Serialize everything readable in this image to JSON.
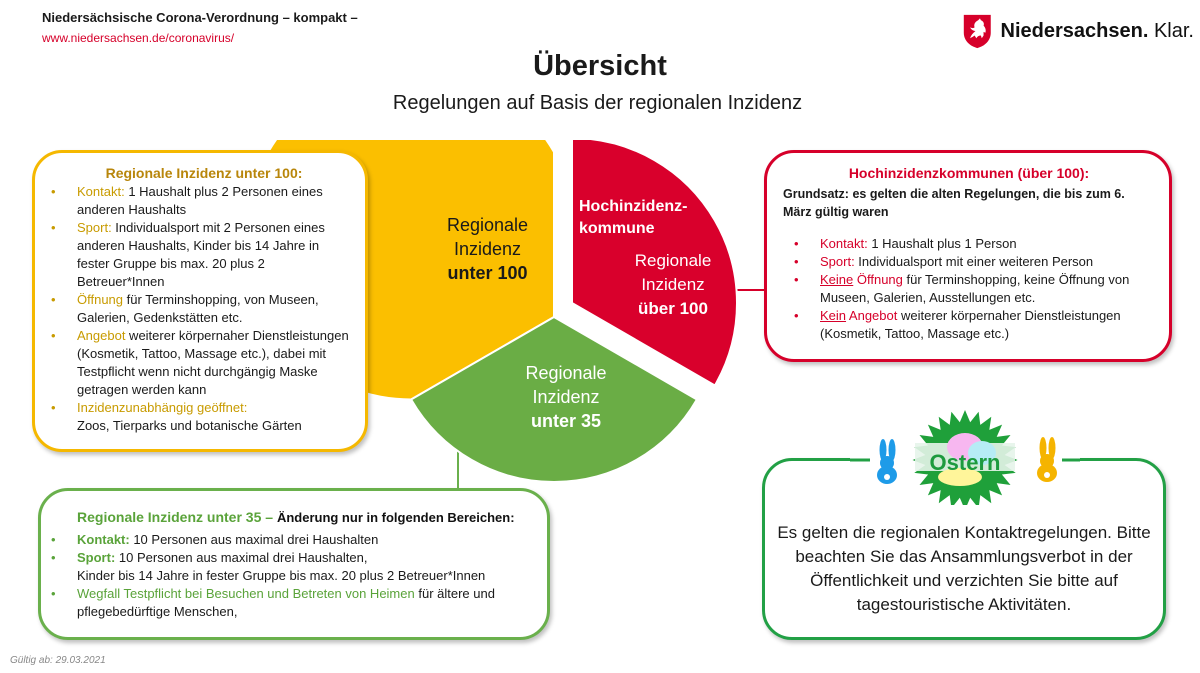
{
  "header": {
    "title": "Niedersächsische Corona-Verordnung – kompakt –",
    "url": "www.niedersachsen.de/coronavirus/",
    "logo_text": "Niedersachsen.",
    "logo_suffix": "Klar."
  },
  "title": "Übersicht",
  "subtitle": "Regelungen auf Basis der regionalen Inzidenz",
  "pie": {
    "colors": {
      "yellow": "#fbbf00",
      "red": "#d9002c",
      "green": "#6aad45"
    },
    "yellow": {
      "l1": "Regionale",
      "l2": "Inzidenz",
      "l3": "unter 100"
    },
    "red": {
      "h1": "Hochinzidenz-",
      "h2": "kommune",
      "l1": "Regionale",
      "l2": "Inzidenz",
      "l3": "über 100"
    },
    "green": {
      "l1": "Regionale",
      "l2": "Inzidenz",
      "l3": "unter 35"
    }
  },
  "yellow_box": {
    "title": "Regionale Inzidenz unter 100:",
    "items": [
      {
        "k": "Kontakt:",
        "t": " 1 Haushalt plus 2 Personen eines anderen Haushalts"
      },
      {
        "k": "Sport:",
        "t": " Individualsport mit 2 Personen eines anderen Haushalts, Kinder bis 14 Jahre in fester Gruppe bis max. 20 plus 2 Betreuer*Innen"
      },
      {
        "k": "Öffnung",
        "t": " für Terminshopping, von Museen, Galerien, Gedenkstätten etc."
      },
      {
        "k": "Angebot",
        "t": " weiterer körpernaher Dienstleistungen (Kosmetik, Tattoo, Massage etc.), dabei mit Testpflicht wenn nicht durchgängig Maske getragen werden kann"
      },
      {
        "k": "Inzidenzunabhängig geöffnet:",
        "t": "Zoos, Tierparks und botanische Gärten"
      }
    ]
  },
  "red_box": {
    "title": "Hochinzidenzkommunen (über 100):",
    "grundsatz": "Grundsatz: es gelten die alten Regelungen, die bis zum 6. März gültig waren",
    "items": [
      {
        "u": "",
        "k": "Kontakt:",
        "t": " 1 Haushalt plus 1 Person"
      },
      {
        "u": "",
        "k": "Sport:",
        "t": " Individualsport mit einer weiteren Person"
      },
      {
        "u": "Keine",
        "k": " Öffnung",
        "t": " für Terminshopping, keine Öffnung von Museen, Galerien, Ausstellungen etc."
      },
      {
        "u": "Kein",
        "k": " Angebot",
        "t": " weiterer körpernaher Dienstleistungen (Kosmetik, Tattoo, Massage etc.)"
      }
    ]
  },
  "green_box": {
    "title": "Regionale Inzidenz unter 35 – ",
    "title_suffix": "Änderung nur in folgenden Bereichen:",
    "items": [
      {
        "k": "Kontakt:",
        "t": " 10 Personen aus maximal drei Haushalten"
      },
      {
        "k": "Sport:",
        "t": " 10 Personen aus maximal drei Haushalten,",
        "t2": "Kinder bis 14 Jahre in fester Gruppe bis max. 20 plus 2 Betreuer*Innen"
      },
      {
        "k": "Wegfall Testpflicht bei Besuchen und Betreten von Heimen",
        "t": " für ältere und pflegebedürftige Menschen,"
      }
    ]
  },
  "easter_box": {
    "badge": "Ostern",
    "text": "Es gelten die regionalen Kontaktregelungen. Bitte beachten Sie das Ansammlungsverbot in der Öffentlichkeit und verzichten Sie bitte auf tagestouristische Aktivitäten."
  },
  "valid_from": "Gültig ab: 29.03.2021"
}
